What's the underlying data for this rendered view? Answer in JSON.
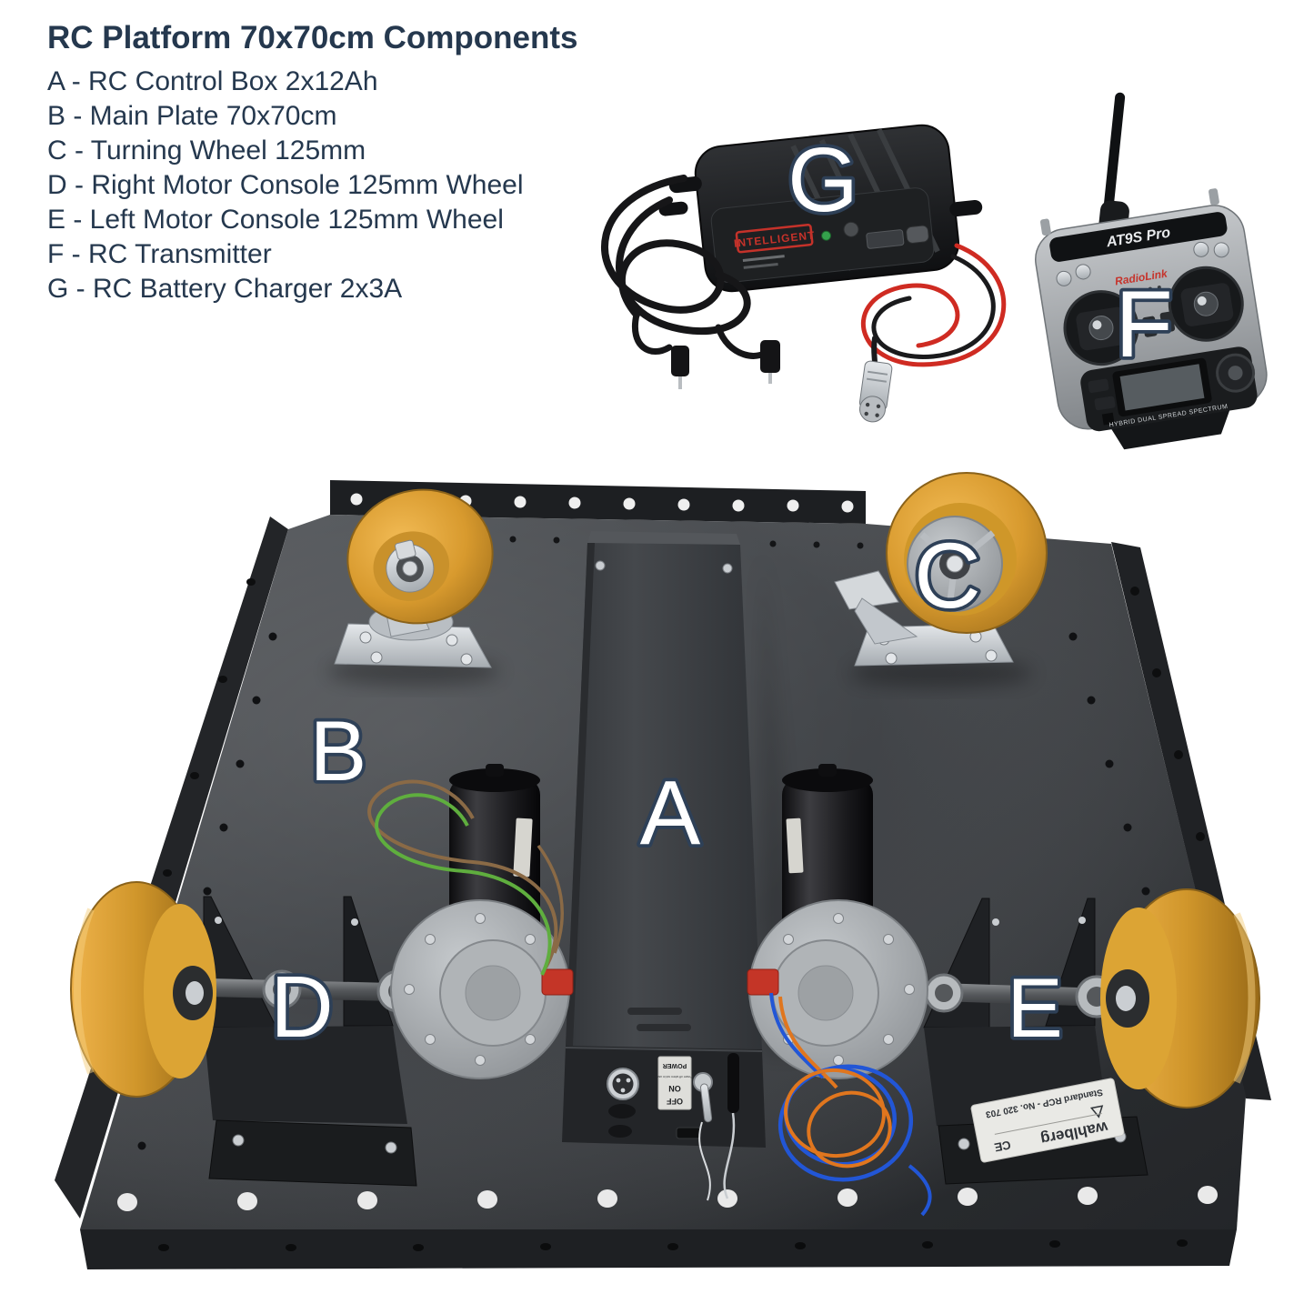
{
  "header": {
    "title": "RC Platform 70x70cm Components"
  },
  "legend": {
    "items": [
      {
        "letter": "A",
        "name": "RC Control Box 2x12Ah",
        "display": "A - RC Control Box 2x12Ah"
      },
      {
        "letter": "B",
        "name": "Main Plate 70x70cm",
        "display": "B - Main Plate 70x70cm"
      },
      {
        "letter": "C",
        "name": "Turning Wheel 125mm",
        "display": "C - Turning Wheel 125mm"
      },
      {
        "letter": "D",
        "name": "Right Motor Console 125mm Wheel",
        "display": "D - Right Motor Console 125mm Wheel"
      },
      {
        "letter": "E",
        "name": "Left Motor Console 125mm Wheel",
        "display": "E - Left Motor Console 125mm Wheel"
      },
      {
        "letter": "F",
        "name": "RC Transmitter",
        "display": "F - RC Transmitter"
      },
      {
        "letter": "G",
        "name": "RC Battery Charger 2x3A",
        "display": "G - RC Battery Charger 2x3A"
      }
    ]
  },
  "photo": {
    "charger": {
      "brand_label": "INTELLIGENT"
    },
    "transmitter": {
      "model": "AT9S Pro",
      "brand": "RadioLink",
      "footer": "HYBRID DUAL SPREAD SPECTRUM"
    },
    "control_box": {
      "power_label": "POWER",
      "on_label": "ON",
      "off_label": "OFF",
      "caution": "Power off when not in use"
    },
    "console_sticker": {
      "brand": "wahlberg",
      "model": "Standard RCP - No. 320 703",
      "ce": "CE"
    }
  },
  "palette": {
    "text_navy": "#25384e",
    "marker_stroke": "#2e4057",
    "marker_fill": "#ffffff",
    "wheel_orange": "#d89a2e",
    "plate_dark": "#3f4246",
    "zinc_silver": "#c9cdd2",
    "brand_red": "#c5322a",
    "wire_blue": "#2256d6",
    "wire_orange": "#e0761e",
    "wire_green": "#5fae3e",
    "wire_brown": "#8a6a46"
  }
}
